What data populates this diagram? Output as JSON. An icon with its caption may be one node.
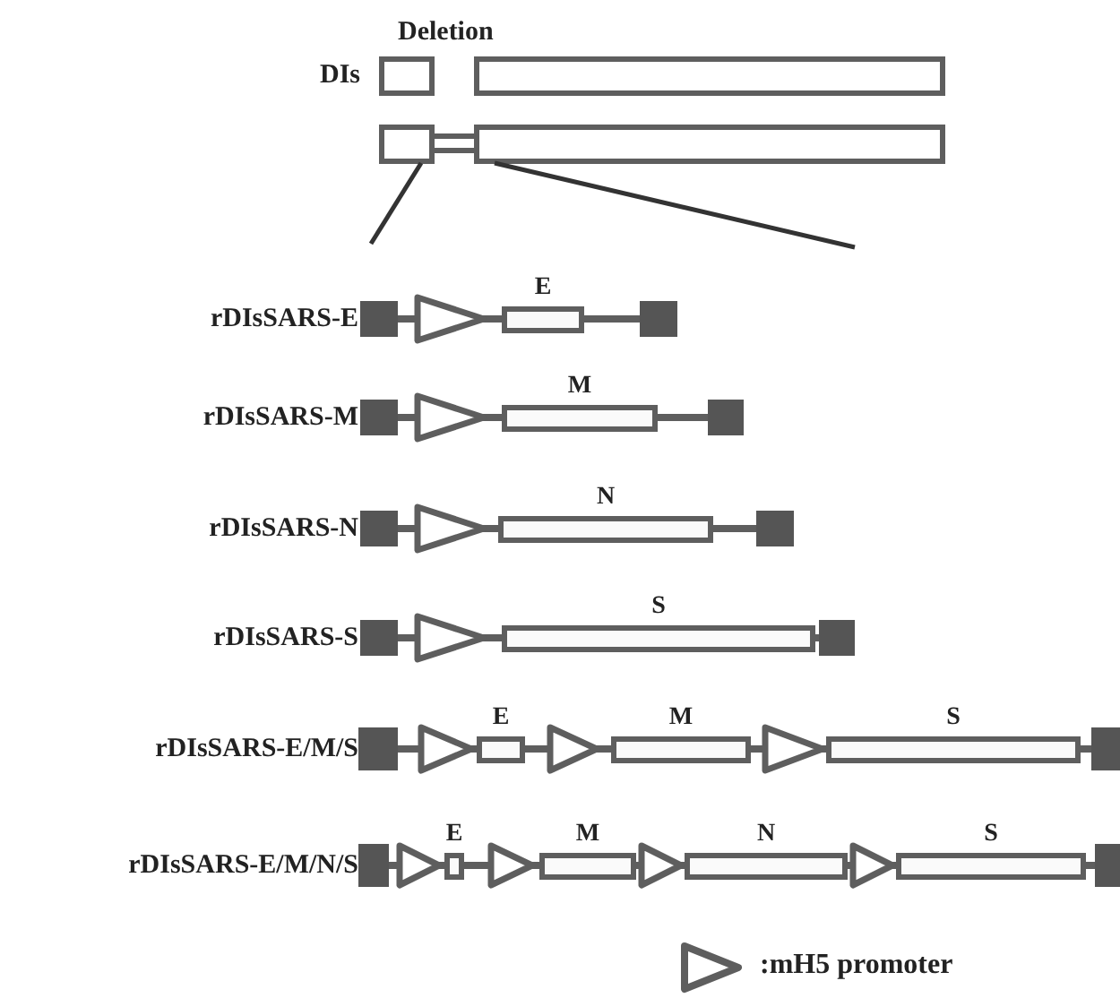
{
  "diagram": {
    "nodes": [
      {
        "text": [
          "E"
        ]
      },
      {
        "text": [
          "M"
        ]
      },
      {
        "text": [
          "N"
        ]
      },
      {
        "text": [
          "S"
        ]
      },
      {
        "text": [
          "E"
        ]
      },
      {
        "text": [
          "M"
        ]
      },
      {
        "text": [
          "S"
        ]
      },
      {
        "text": [
          "E"
        ]
      },
      {
        "text": [
          "M"
        ]
      },
      {
        "text": [
          "N"
        ]
      },
      {
        "text": [
          "S"
        ]
      }
    ],
    "labels": [
      "Deletion",
      "DIs",
      "rDIsSARS-E",
      "rDIsSARS-M",
      "rDIsSARS-N",
      "rDIsSARS-S",
      "rDIsSARS-E/M/S",
      "rDIsSARS-E/M/N/S"
    ],
    "legend": [
      {
        "text": ":mH5 promoter"
      }
    ]
  }
}
